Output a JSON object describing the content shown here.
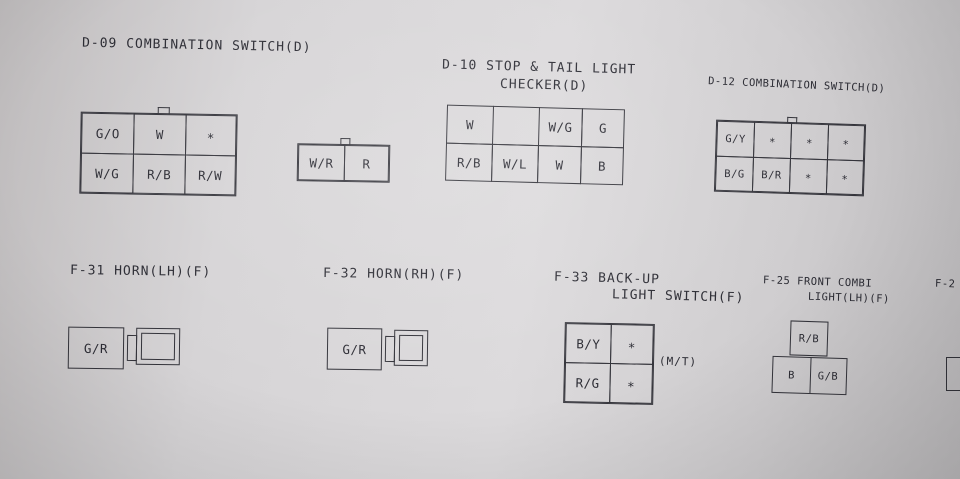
{
  "connectors": {
    "d09": {
      "title": "D-09 COMBINATION SWITCH(D)",
      "main_pins": [
        "G/O",
        "W",
        "∗",
        "W/G",
        "R/B",
        "R/W"
      ],
      "aux_pins": [
        "W/R",
        "R"
      ]
    },
    "d10": {
      "title_line1": "D-10 STOP & TAIL LIGHT",
      "title_line2": "CHECKER(D)",
      "pins": [
        "W",
        "W/G",
        "G",
        "R/B",
        "W/L",
        "W",
        "B"
      ]
    },
    "d12": {
      "title": "D-12 COMBINATION SWITCH(D)",
      "pins": [
        "G/Y",
        "∗",
        "∗",
        "∗",
        "B/G",
        "B/R",
        "∗",
        "∗"
      ]
    },
    "f31": {
      "title": "F-31 HORN(LH)(F)",
      "pin": "G/R"
    },
    "f32": {
      "title": "F-32 HORN(RH)(F)",
      "pin": "G/R"
    },
    "f33": {
      "title_line1": "F-33 BACK-UP",
      "title_line2": "LIGHT SWITCH(F)",
      "pins": [
        "B/Y",
        "∗",
        "R/G",
        "∗"
      ],
      "note": "(M/T)"
    },
    "f25": {
      "title_line1": "F-25 FRONT COMBI",
      "title_line2": "LIGHT(LH)(F)",
      "pins": [
        "R/B",
        "B",
        "G/B"
      ]
    },
    "cut": {
      "title": "F-2"
    }
  }
}
